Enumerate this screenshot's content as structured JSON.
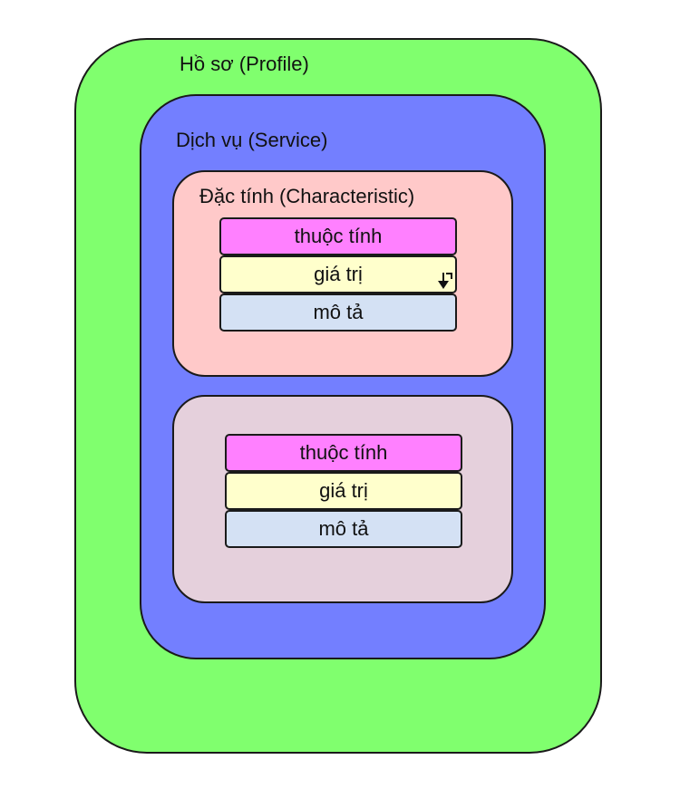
{
  "diagram": {
    "profile": {
      "title": "Hồ sơ (Profile)",
      "color": "#80ff6e"
    },
    "service": {
      "title": "Dịch vụ (Service)",
      "color": "#737fff"
    },
    "characteristic_1": {
      "title": "Đặc tính (Characteristic)",
      "color": "#ffc9c9",
      "rows": [
        "thuộc tính",
        "giá trị",
        "mô tả"
      ]
    },
    "characteristic_2": {
      "title": "",
      "color": "#e5d0dc",
      "rows": [
        "thuộc tính",
        "giá trị",
        "mô tả"
      ]
    },
    "row_colors": {
      "attribute": "#ff80ff",
      "value": "#ffffcc",
      "descriptor": "#d4e1f4"
    },
    "cursor_icon": "arrow-down-icon"
  }
}
